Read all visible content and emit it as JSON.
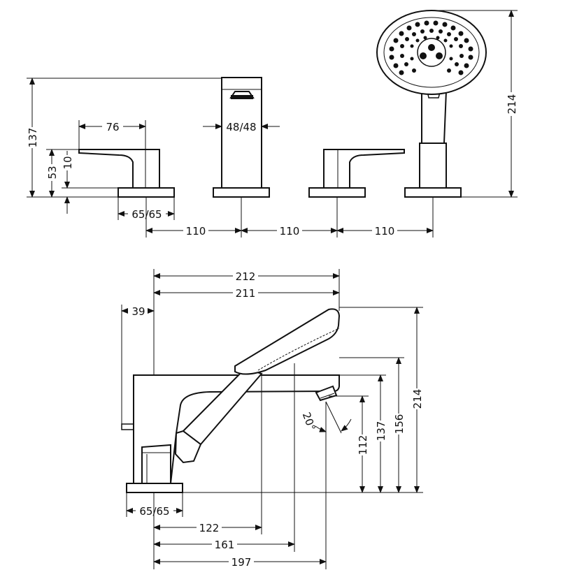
{
  "front_view": {
    "height_total": "137",
    "lever_height": "53",
    "base_height": "10",
    "lever_length": "76",
    "spout_width": "48/48",
    "base_size": "65/65",
    "spacing_1": "110",
    "spacing_2": "110",
    "spacing_3": "110",
    "shower_height": "214"
  },
  "side_view": {
    "depth_total": "212",
    "depth_spout": "211",
    "offset": "39",
    "base_size": "65/65",
    "reach_122": "122",
    "reach_161": "161",
    "reach_197": "197",
    "height_112": "112",
    "height_137": "137",
    "height_156": "156",
    "height_214": "214",
    "angle": "20°"
  }
}
